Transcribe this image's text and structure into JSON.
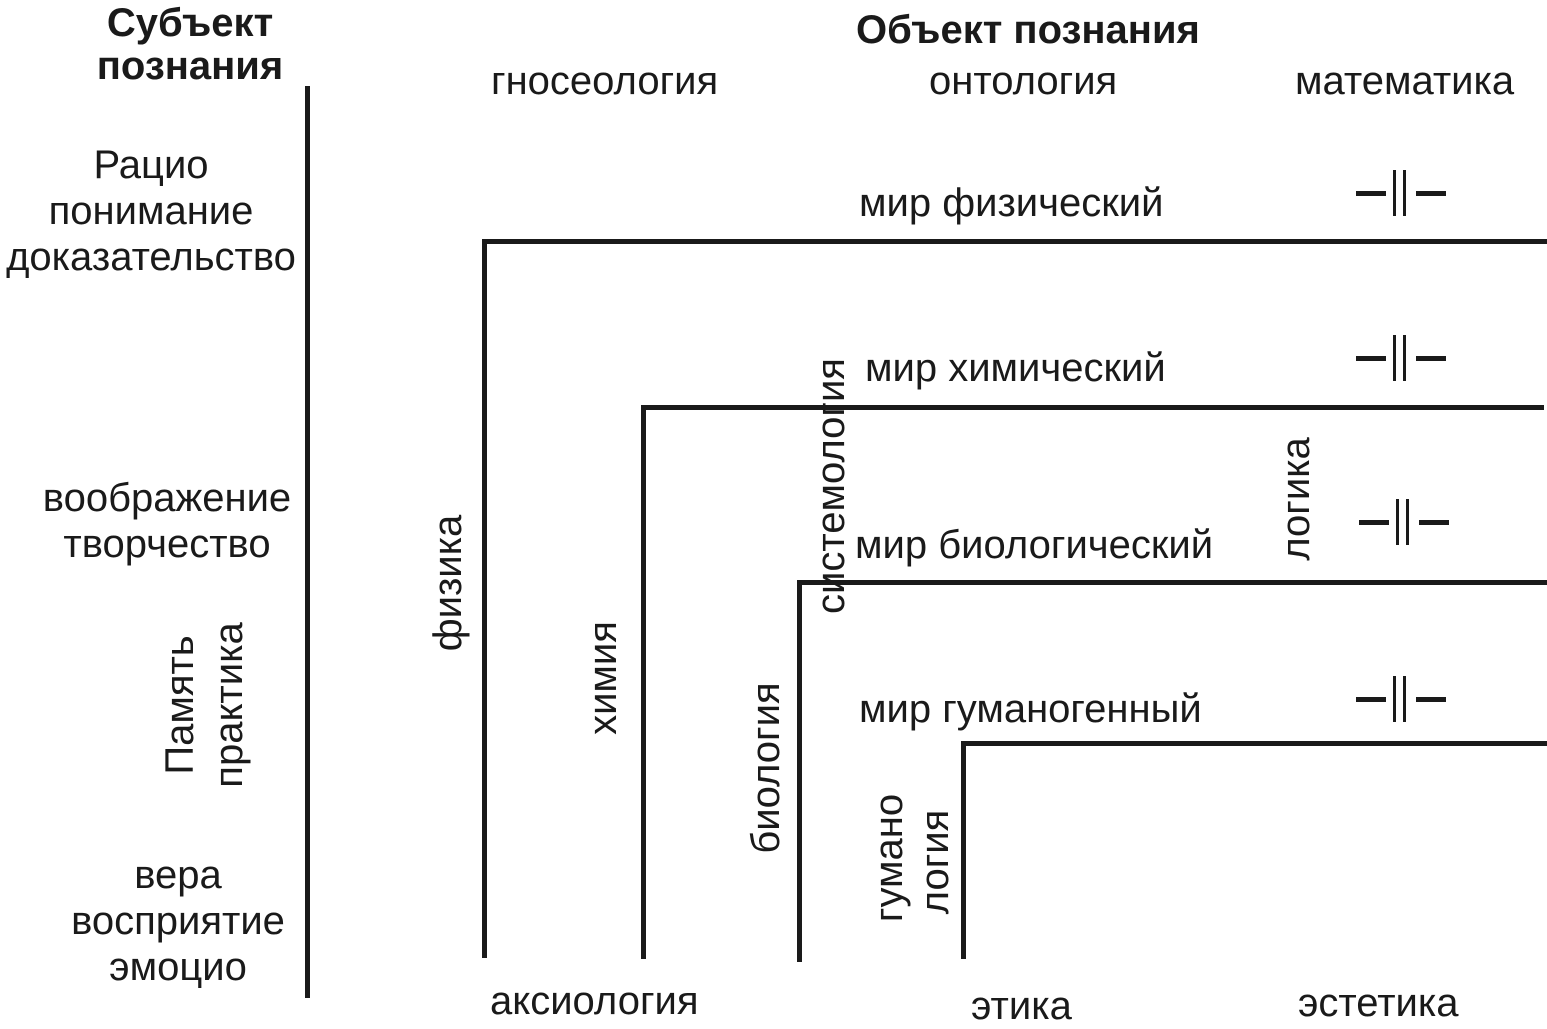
{
  "subject": {
    "title_line1": "Субъект",
    "title_line2": "познания",
    "ratio": [
      "Рацио",
      "понимание",
      "доказательство"
    ],
    "imagination": [
      "воображение",
      "творчество"
    ],
    "memory": [
      "Память",
      "практика"
    ],
    "faith": [
      "вера",
      "восприятие",
      "эмоцио"
    ]
  },
  "object": {
    "title": "Объект познания",
    "top_labels": {
      "gnoseology": "гносеология",
      "ontology": "онтология",
      "mathematics": "математика"
    },
    "worlds": {
      "physical": "мир физический",
      "chemical": "мир химический",
      "biological": "мир биологический",
      "humanogenic": "мир гуманогенный"
    },
    "sciences": {
      "physics": "физика",
      "chemistry": "химия",
      "biology": "биология",
      "systemology": "системология",
      "logic": "логика",
      "humanology_line1": "гумано",
      "humanology_line2": "логия"
    },
    "bottom_labels": {
      "axiology": "аксиология",
      "ethics": "этика",
      "aesthetics": "эстетика"
    },
    "ditto_symbol": "ditto-mark"
  }
}
